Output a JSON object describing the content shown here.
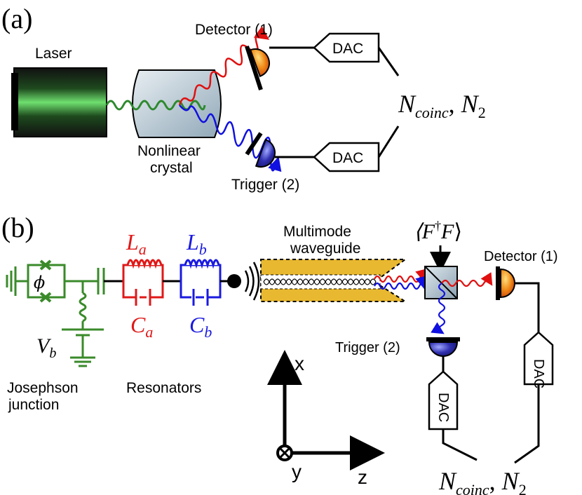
{
  "panel_a": {
    "tag": "(a)",
    "laser_label": "Laser",
    "crystal_label_line1": "Nonlinear",
    "crystal_label_line2": "crystal",
    "detector_label": "Detector (1)",
    "trigger_label": "Trigger (2)",
    "dac_top": "DAC",
    "dac_bottom": "DAC",
    "output_label": "N_coinc, N_2"
  },
  "panel_b": {
    "tag": "(b)",
    "phi_symbol": "ϕ",
    "vb_label": "V_b",
    "la_label": "L_a",
    "ca_label": "C_a",
    "lb_label": "L_b",
    "cb_label": "C_b",
    "jj_label_line1": "Josephson",
    "jj_label_line2": "junction",
    "resonators_label": "Resonators",
    "waveguide_label_line1": "Multimode",
    "waveguide_label_line2": "waveguide",
    "operator_label": "⟨F†F⟩",
    "detector_label": "Detector (1)",
    "trigger_label": "Trigger (2)",
    "dac_right": "DAC",
    "dac_left": "DAC",
    "axis_x": "x",
    "axis_y": "y",
    "axis_z": "z",
    "output_label": "N_coinc, N_2"
  },
  "colors": {
    "laser_green": "#2d8a2d",
    "signal_red": "#e01010",
    "idler_blue": "#1010e0",
    "resonator_a": "#e01818",
    "resonator_b": "#1a1ae0",
    "josephson_green": "#3a8a2a",
    "waveguide_gold": "#e8b830",
    "detector_orange": "#e86a10",
    "trigger_navy": "#20208a",
    "crystal_gray": "#b8c8d4"
  }
}
